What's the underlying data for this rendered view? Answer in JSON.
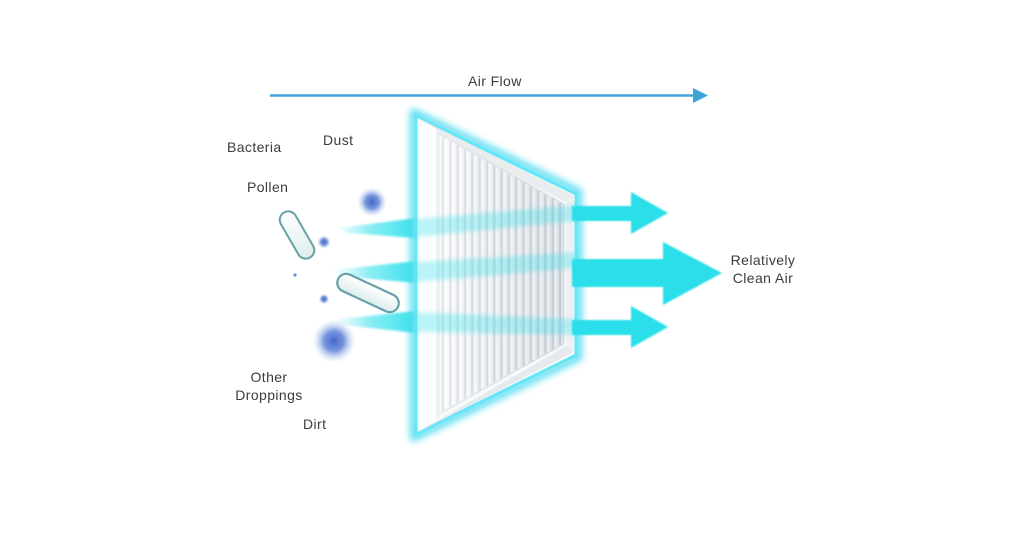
{
  "diagram": {
    "airflow": {
      "label": "Air Flow"
    },
    "contaminants": {
      "bacteria": "Bacteria",
      "dust": "Dust",
      "pollen": "Pollen",
      "other_droppings": {
        "line1": "Other",
        "line2": "Droppings"
      },
      "dirt": "Dirt"
    },
    "output": {
      "line1": "Relatively",
      "line2": "Clean Air"
    },
    "colors": {
      "airflow_arrow": "#3ea3d6",
      "filter_glow": "#4ddcf0",
      "filter_rim": "#63e7f4",
      "clean_air_arrow": "#29dfe9",
      "stream": "#2ee0eb",
      "particle": "#4466c9",
      "bacteria_outline": "#68a0a8",
      "label_text": "#3c3c3c"
    }
  }
}
